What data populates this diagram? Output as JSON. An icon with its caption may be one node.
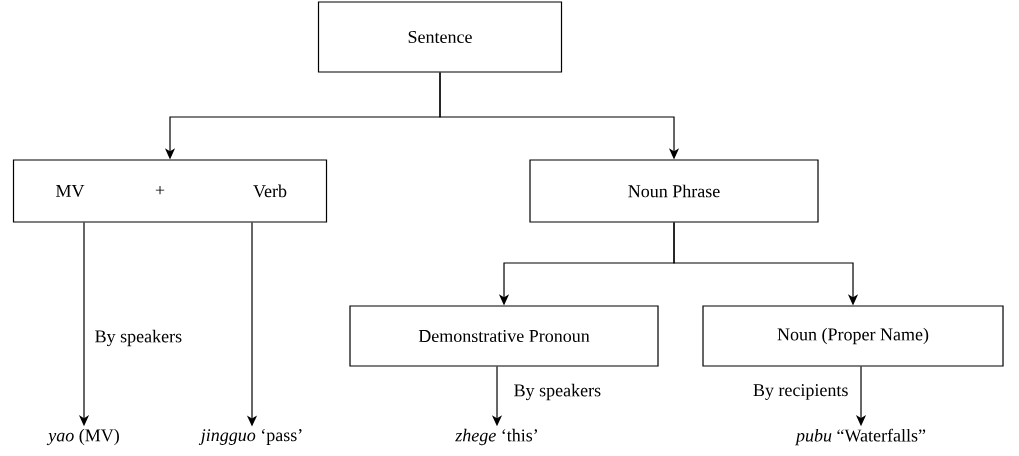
{
  "diagram": {
    "nodes": [
      {
        "text": [
          "Sentence"
        ]
      },
      {
        "text": [
          "MV",
          "+",
          "Verb"
        ]
      },
      {
        "text": [
          "Noun Phrase"
        ]
      },
      {
        "text": [
          "Demonstrative Pronoun"
        ]
      },
      {
        "text": [
          "Noun (Proper Name)"
        ]
      },
      {
        "text": [
          "*yao* (MV)"
        ]
      },
      {
        "text": [
          "*jingguo* ‘pass’"
        ]
      },
      {
        "text": [
          "*zhege* ‘this’"
        ]
      },
      {
        "text": [
          "*pubu* “Waterfalls”"
        ]
      }
    ],
    "edges": [
      {
        "from": 0,
        "to": 1,
        "arrow": "to"
      },
      {
        "from": 0,
        "to": 2,
        "arrow": "to"
      },
      {
        "from": 1,
        "to": 5,
        "arrow": "to",
        "label": "By speakers"
      },
      {
        "from": 1,
        "to": 6,
        "arrow": "to"
      },
      {
        "from": 2,
        "to": 3,
        "arrow": "to"
      },
      {
        "from": 2,
        "to": 4,
        "arrow": "to"
      },
      {
        "from": 3,
        "to": 7,
        "arrow": "to",
        "label": "By speakers"
      },
      {
        "from": 4,
        "to": 8,
        "arrow": "to",
        "label": "By recipients"
      }
    ]
  }
}
